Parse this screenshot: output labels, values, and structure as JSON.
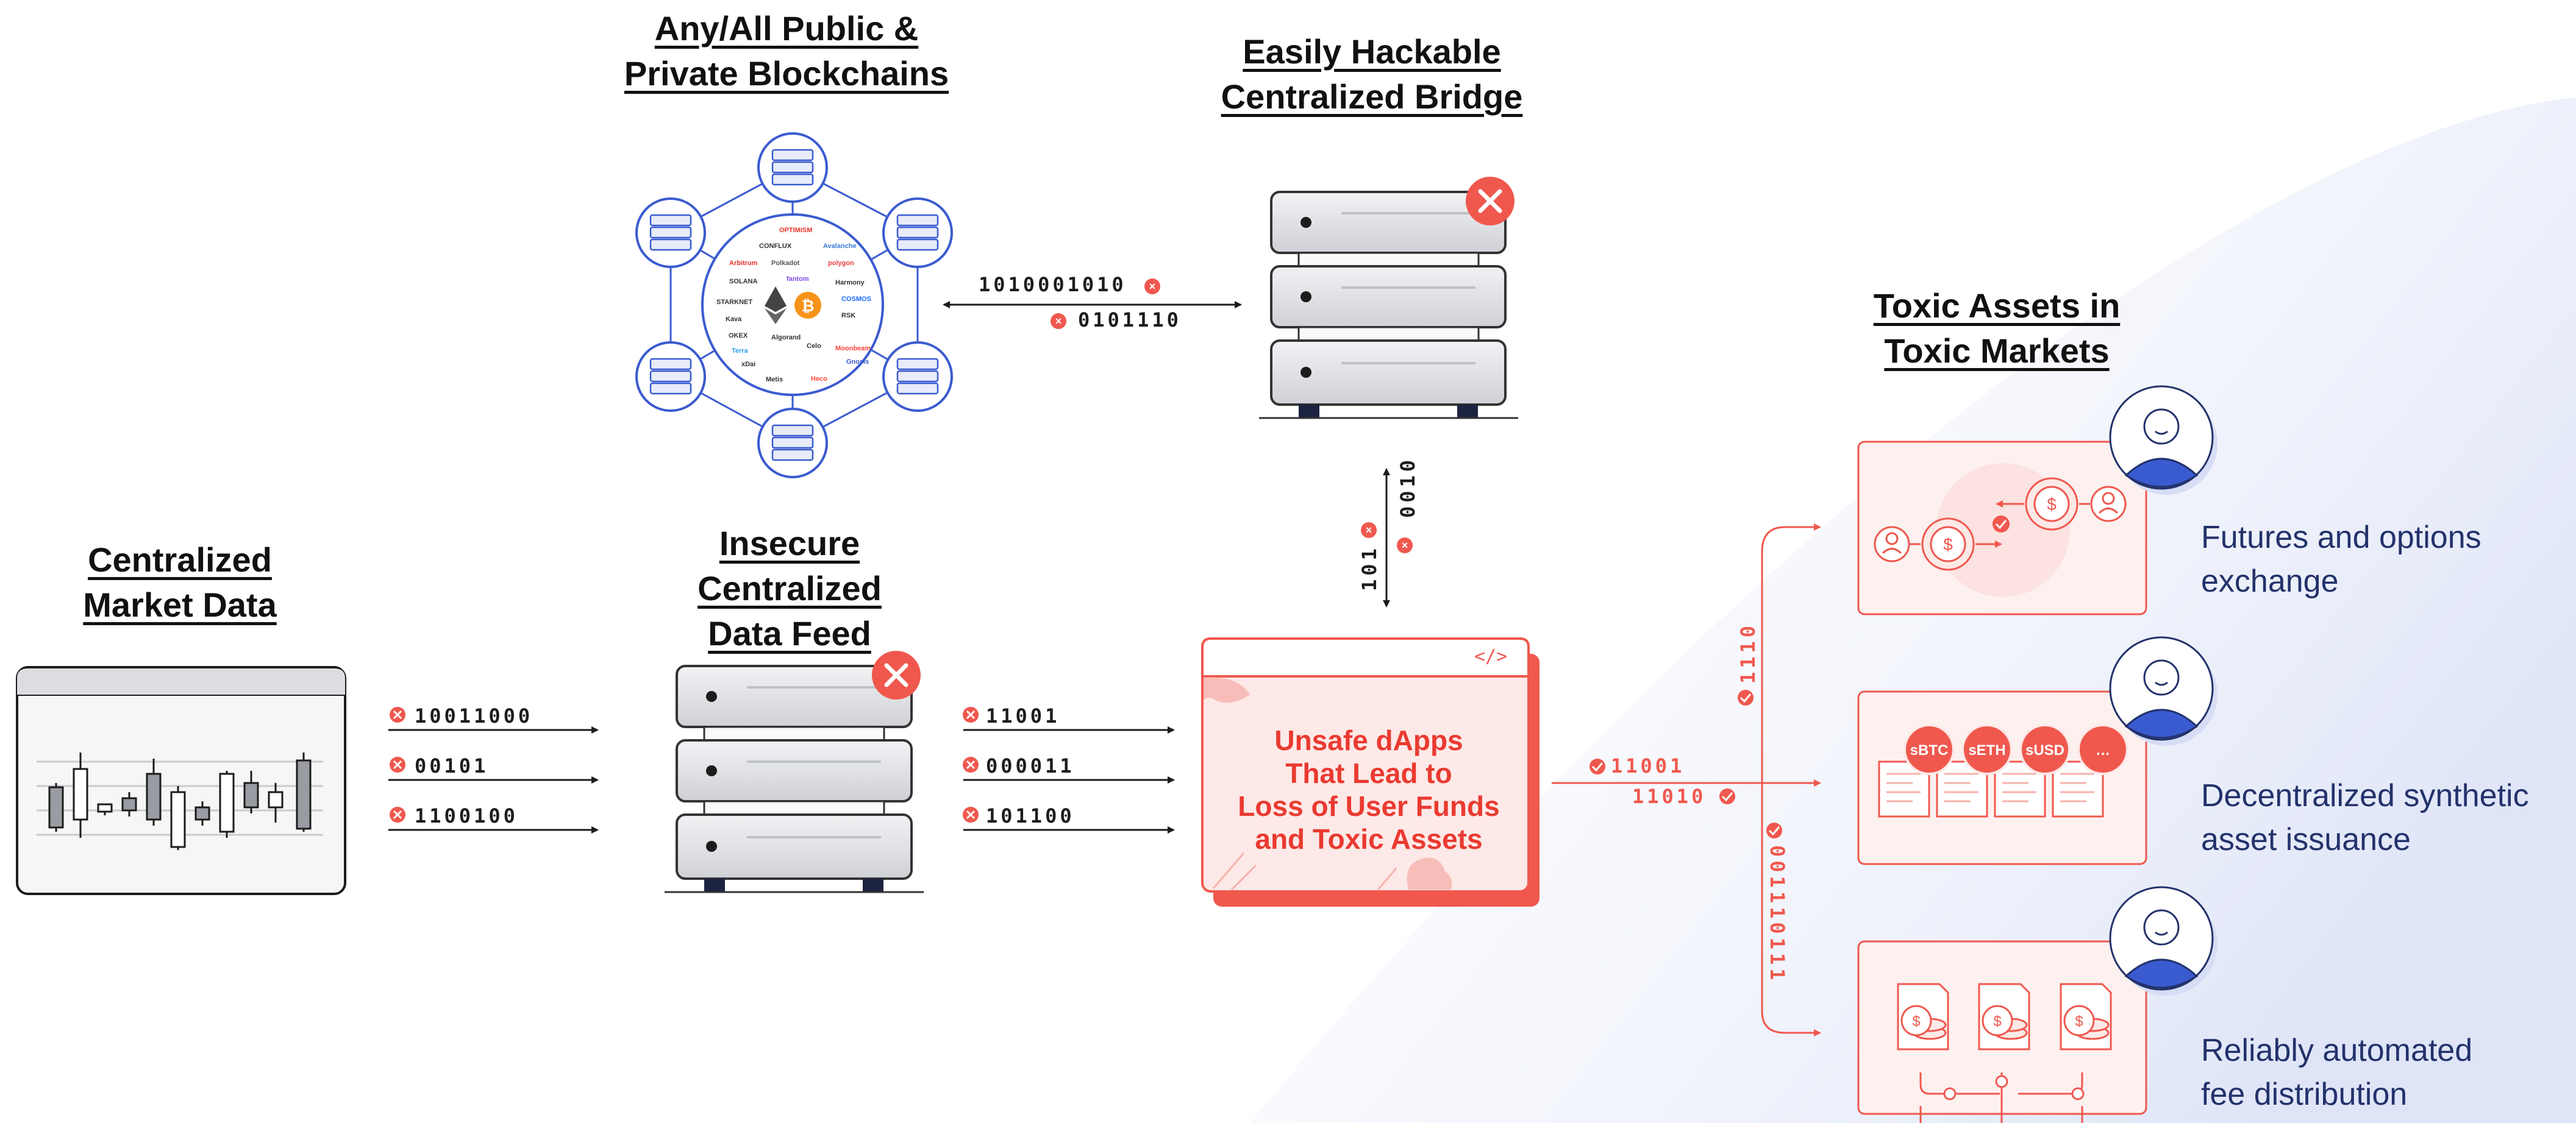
{
  "headings": {
    "blockchains": [
      "Any/All Public &",
      "Private Blockchains"
    ],
    "bridge": [
      "Easily Hackable",
      "Centralized Bridge"
    ],
    "toxic": [
      "Toxic Assets in",
      "Toxic Markets"
    ],
    "market": [
      "Centralized",
      "Market Data"
    ],
    "feed": [
      "Insecure",
      "Centralized",
      "Data Feed"
    ]
  },
  "bits": {
    "bridge_top": "1010001010",
    "bridge_bottom": "0101110",
    "market_1": "10011000",
    "market_2": "00101",
    "market_3": "1100100",
    "feed_1": "11001",
    "feed_2": "000011",
    "feed_3": "101100",
    "vertical_left": "101",
    "vertical_right": "0010",
    "out_top": "11001",
    "out_bottom": "11010",
    "branch_up": "1110",
    "branch_down": "001110111"
  },
  "dapp": {
    "lines": [
      "Unsafe dApps",
      "That Lead to",
      "Loss of User Funds",
      "and Toxic Assets"
    ],
    "code_icon": "</>"
  },
  "use_cases": [
    {
      "lines": [
        "Futures and options",
        "exchange"
      ]
    },
    {
      "lines": [
        "Decentralized synthetic",
        "asset issuance"
      ]
    },
    {
      "lines": [
        "Reliably automated",
        "fee distribution"
      ]
    }
  ],
  "tokens": [
    "sBTC",
    "sETH",
    "sUSD",
    "…"
  ],
  "chain_logos": [
    "OPTIMISM",
    "CONFLUX",
    "Avalanche",
    "Arbitrum",
    "Polkadot",
    "polygon",
    "SOLANA",
    "fantom",
    "Harmony",
    "COSMOS",
    "STARKNET",
    "RSK",
    "Kava",
    "OKEX",
    "Algorand",
    "Celo",
    "Moonbeam",
    "Gnosis",
    "xDai",
    "Metis",
    "Heco",
    "Terra"
  ],
  "colors": {
    "accent_red": "#f0584e",
    "navy": "#23326b",
    "blue": "#3a5bd0",
    "server_gray": "#dcdde1"
  }
}
